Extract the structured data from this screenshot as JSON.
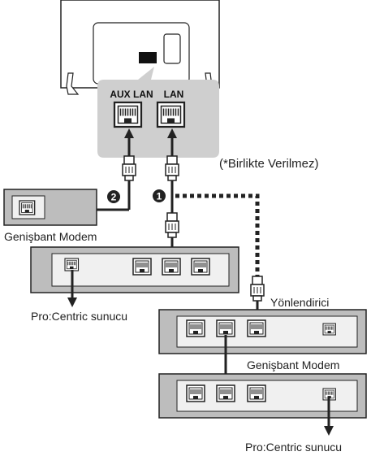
{
  "ports": {
    "aux_lan": "AUX LAN",
    "lan": "LAN"
  },
  "note": "(*Birlikte Verilmez)",
  "badges": {
    "one": "1",
    "two": "2"
  },
  "labels": {
    "broadband_modem_left": "Genişbant Modem",
    "procentric_server_left": "Pro:Centric sunucu",
    "router": "Yönlendirici",
    "broadband_modem_right": "Genişbant Modem",
    "procentric_server_right": "Pro:Centric sunucu"
  },
  "colors": {
    "device_fill": "#bdbdbd",
    "panel_fill": "#f0f0f0",
    "port_panel_fill": "#cfcfcf",
    "cable": "#222222"
  }
}
